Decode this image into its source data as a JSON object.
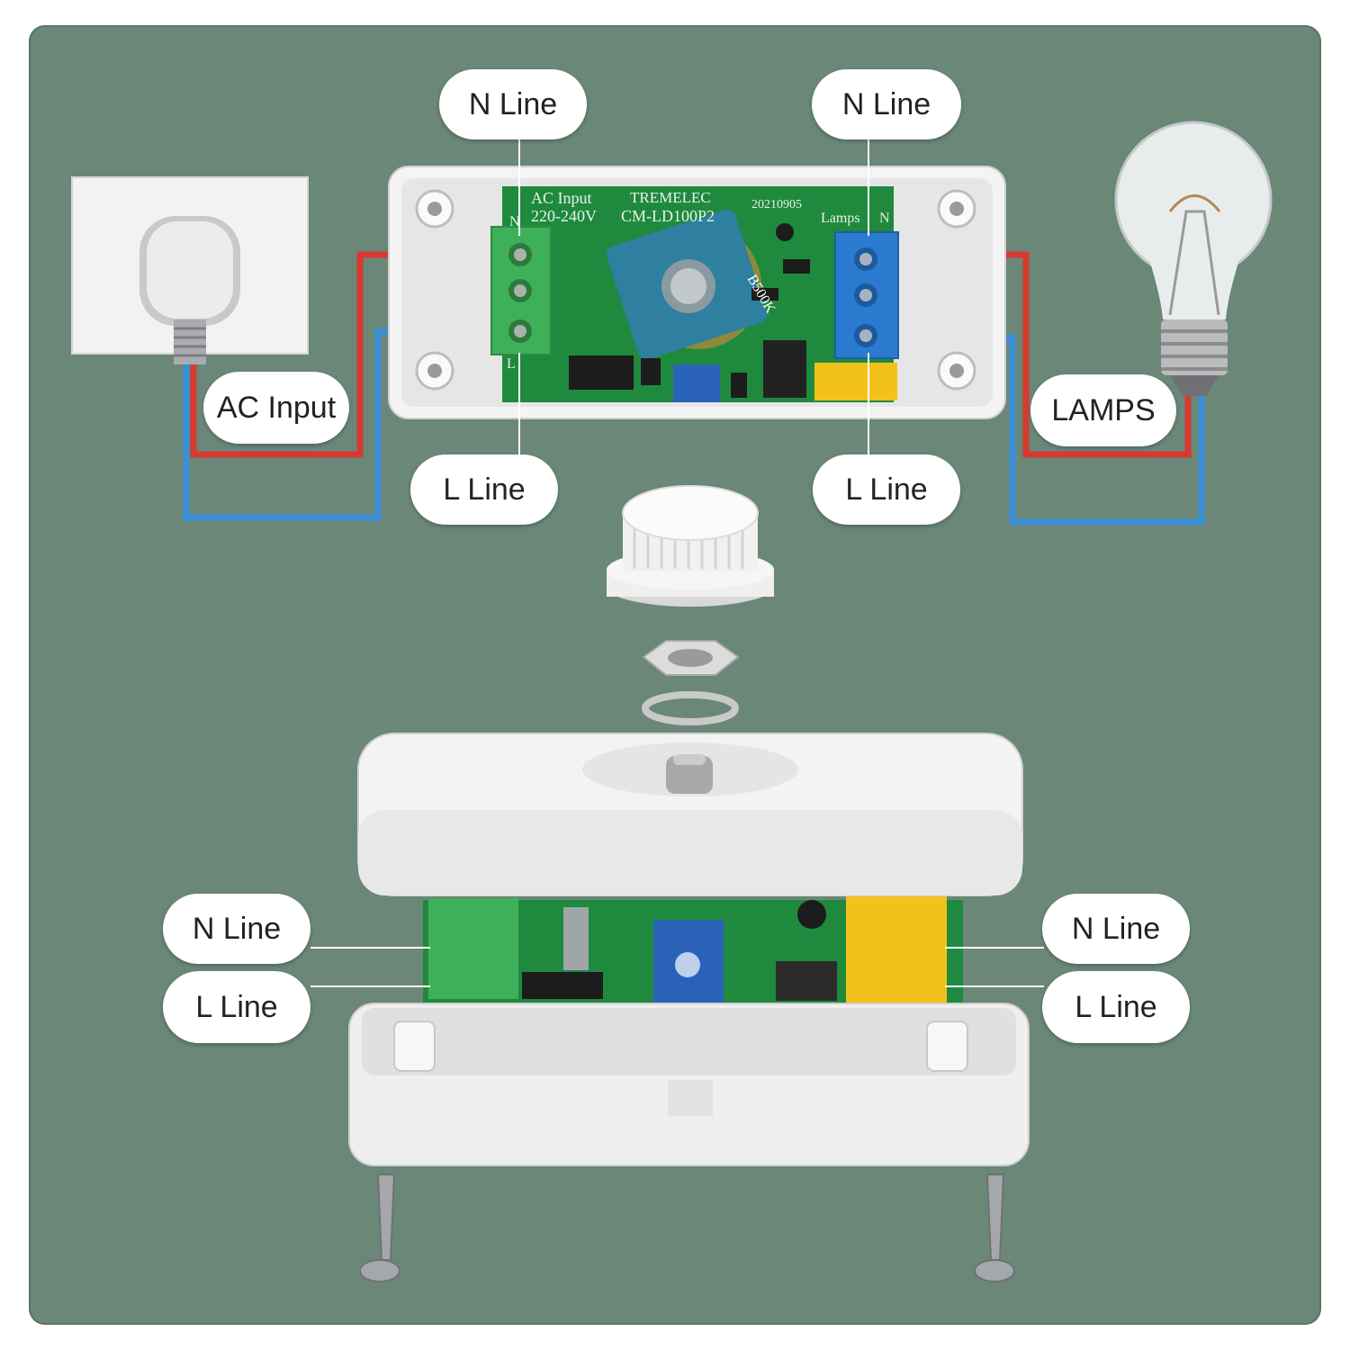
{
  "colors": {
    "background": "#6a8778",
    "wire_live": "#d63a2f",
    "wire_neutral": "#3a8fd8",
    "pcb": "#1f8a3e",
    "terminal_input": "#3fb05a",
    "terminal_output": "#2a7ad0",
    "relay": "#f2c21b"
  },
  "labels": {
    "n_line_input": "N Line",
    "n_line_output": "N Line",
    "l_line_input": "L Line",
    "l_line_output": "L Line",
    "ac_input": "AC Input",
    "lamps": "LAMPS",
    "n_line_left": "N Line",
    "l_line_left": "L Line",
    "n_line_right": "N Line",
    "l_line_right": "L Line"
  },
  "pcb": {
    "ac_input": "AC Input",
    "voltage": "220-240V",
    "brand": "TREMELEC",
    "model": "CM-LD100P2",
    "date": "20210905",
    "lamps": "Lamps",
    "n_mark": "N",
    "l_mark": "L",
    "potentiometer": "B500K"
  },
  "icons": [
    "wall-socket-icon",
    "light-bulb-icon",
    "dimmer-knob-icon",
    "hex-nut-icon",
    "washer-icon",
    "screw-icon"
  ]
}
